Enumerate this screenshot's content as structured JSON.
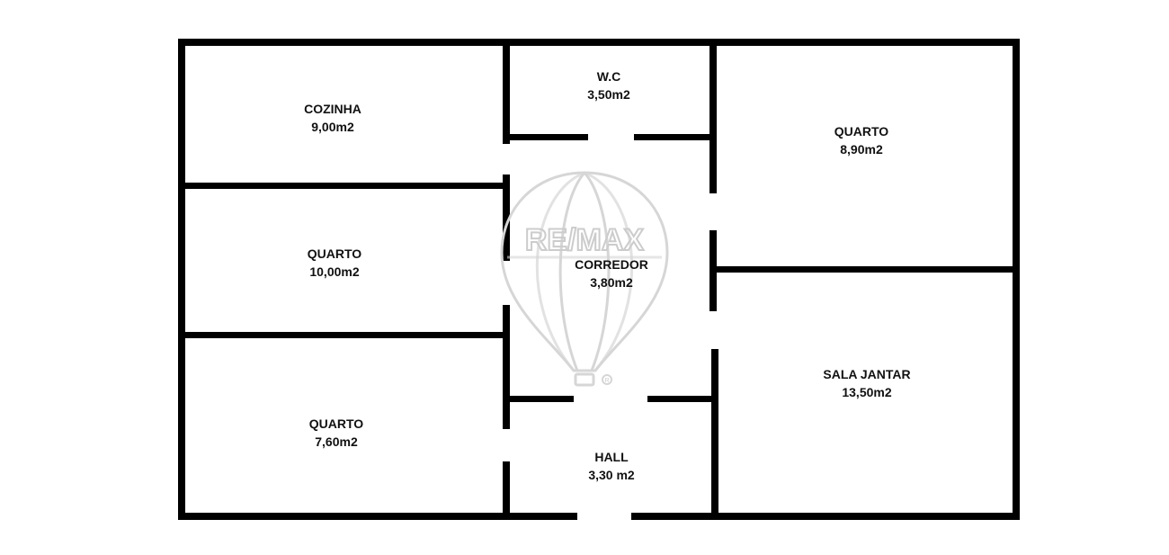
{
  "rooms": {
    "cozinha": {
      "name": "COZINHA",
      "area": "9,00m2"
    },
    "wc": {
      "name": "W.C",
      "area": "3,50m2"
    },
    "quarto_ne": {
      "name": "QUARTO",
      "area": "8,90m2"
    },
    "quarto_w": {
      "name": "QUARTO",
      "area": "10,00m2"
    },
    "corredor": {
      "name": "CORREDOR",
      "area": "3,80m2"
    },
    "quarto_sw": {
      "name": "QUARTO",
      "area": "7,60m2"
    },
    "sala": {
      "name": "SALA JANTAR",
      "area": "13,50m2"
    },
    "hall": {
      "name": "HALL",
      "area": "3,30 m2"
    }
  },
  "watermark": {
    "brand": "RE/MAX",
    "mark": "R"
  },
  "colors": {
    "wall": "#000000",
    "background": "#ffffff",
    "watermark": "#c8c8c8"
  }
}
